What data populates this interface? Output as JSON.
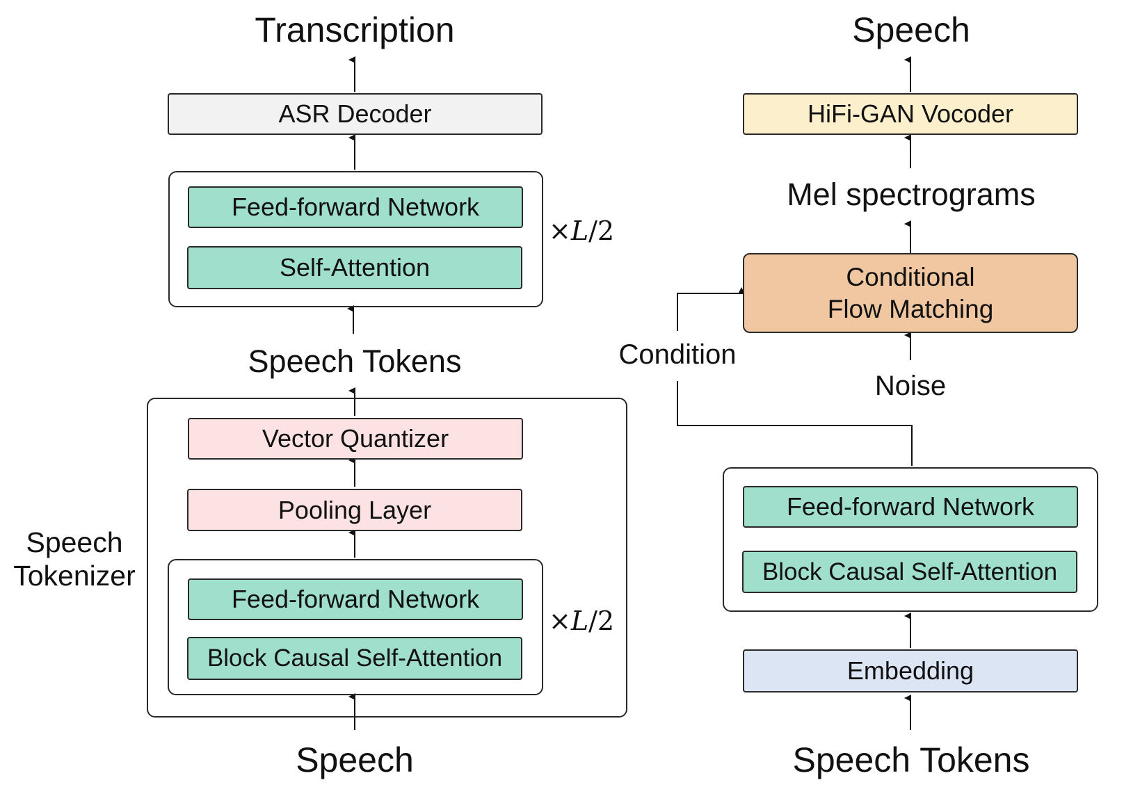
{
  "left": {
    "output_label": "Transcription",
    "asr_decoder": "ASR Decoder",
    "decoder_block": {
      "ffn": "Feed-forward Network",
      "attn": "Self-Attention",
      "repeat": "×L/2",
      "repeat_symbol": "×",
      "repeat_var": "L",
      "repeat_rest": "/2"
    },
    "tokens_label": "Speech Tokens",
    "tokenizer_label_line1": "Speech",
    "tokenizer_label_line2": "Tokenizer",
    "vector_quantizer": "Vector Quantizer",
    "pooling_layer": "Pooling Layer",
    "encoder_block": {
      "ffn": "Feed-forward Network",
      "attn": "Block Causal Self-Attention",
      "repeat": "×L/2",
      "repeat_symbol": "×",
      "repeat_var": "L",
      "repeat_rest": "/2"
    },
    "input_label": "Speech"
  },
  "right": {
    "output_label": "Speech",
    "vocoder": "HiFi-GAN Vocoder",
    "mel_label": "Mel spectrograms",
    "flow_line1": "Conditional",
    "flow_line2": "Flow Matching",
    "condition_label": "Condition",
    "noise_label": "Noise",
    "block": {
      "ffn": "Feed-forward Network",
      "attn": "Block Causal Self-Attention"
    },
    "embedding": "Embedding",
    "input_label": "Speech Tokens"
  },
  "colors": {
    "green": "#9fdfcc",
    "pink": "#fde2e3",
    "gray": "#f2f2f2",
    "yellow": "#fcf0cc",
    "blue": "#dce5f4",
    "orange": "#f0c7a0"
  }
}
